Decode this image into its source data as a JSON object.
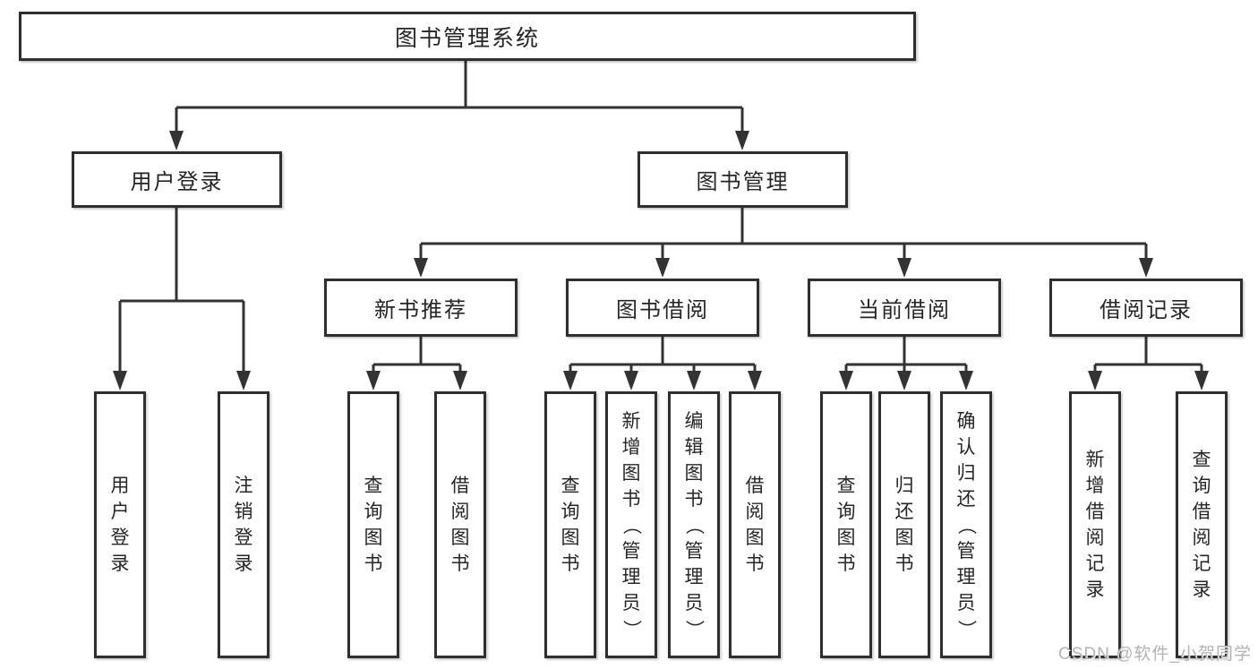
{
  "palette": {
    "line": "#333333",
    "box_border": "#2f2f2f",
    "text": "#262626",
    "watermark": "#b3b3b3",
    "background": "#ffffff"
  },
  "tree": {
    "root": {
      "label": "图书管理系统"
    },
    "branches": [
      {
        "label": "用户登录",
        "children": [
          {
            "label": "用户登录"
          },
          {
            "label": "注销登录"
          }
        ]
      },
      {
        "label": "图书管理",
        "children": [
          {
            "label": "新书推荐",
            "children": [
              {
                "label": "查询图书"
              },
              {
                "label": "借阅图书"
              }
            ]
          },
          {
            "label": "图书借阅",
            "children": [
              {
                "label": "查询图书"
              },
              {
                "label": "新增图书（管理员）"
              },
              {
                "label": "编辑图书（管理员）"
              },
              {
                "label": "借阅图书"
              }
            ]
          },
          {
            "label": "当前借阅",
            "children": [
              {
                "label": "查询图书"
              },
              {
                "label": "归还图书"
              },
              {
                "label": "确认归还（管理员）"
              }
            ]
          },
          {
            "label": "借阅记录",
            "children": [
              {
                "label": "新增借阅记录"
              },
              {
                "label": "查询借阅记录"
              }
            ]
          }
        ]
      }
    ]
  },
  "watermark": {
    "text": "CSDN @软件_小贺同学"
  }
}
